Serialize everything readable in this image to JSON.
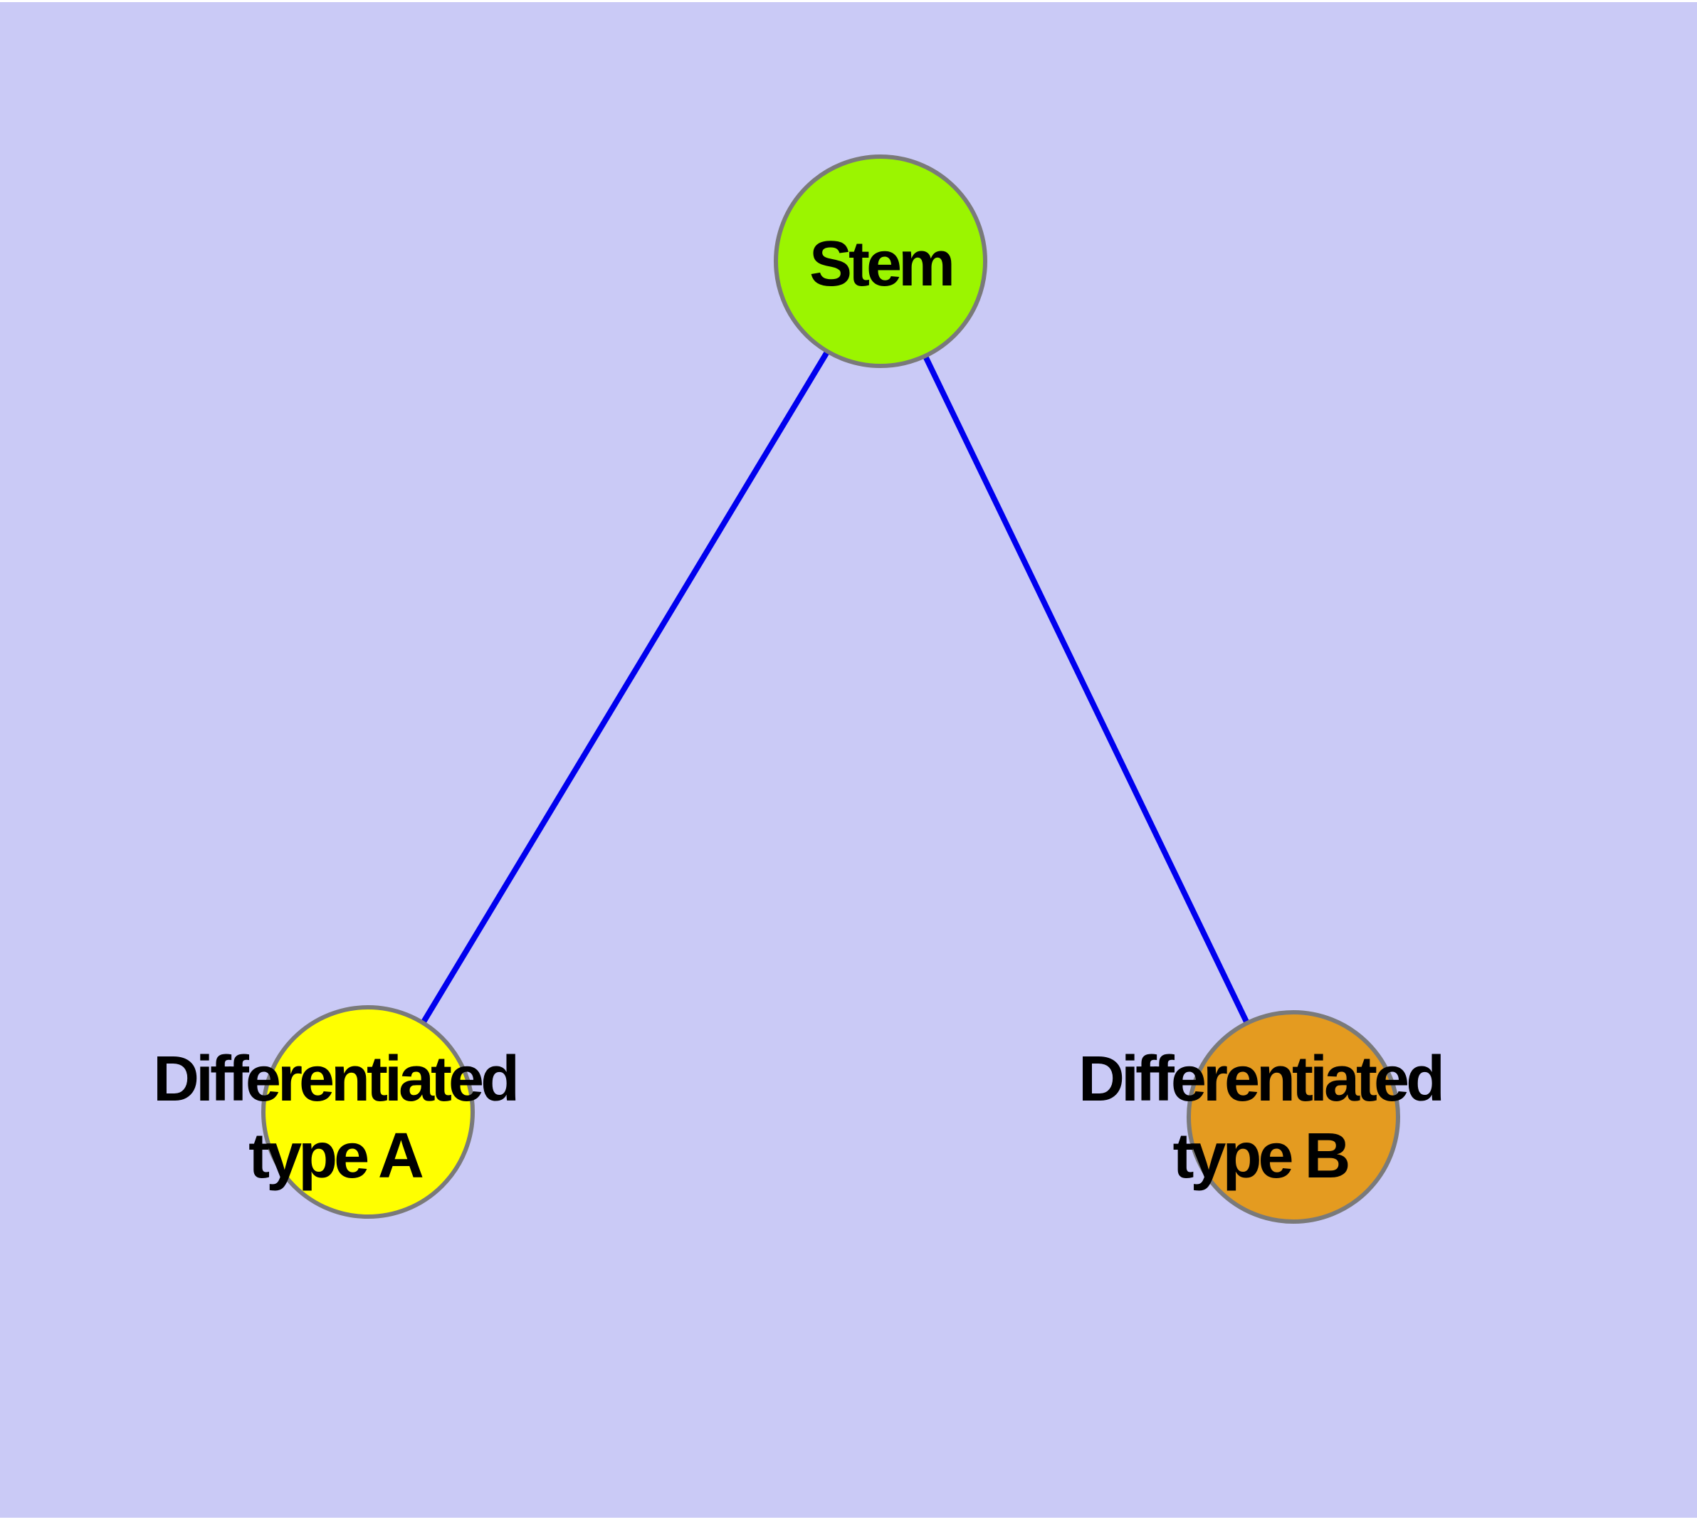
{
  "diagram": {
    "type": "node-link-graph",
    "background_color": "#cacaf6",
    "frame_color": "#ffffff",
    "node_border_color": "#7a7a7a",
    "label_color": "#000000",
    "nodes": {
      "stem": {
        "label": "Stem",
        "fill": "#9bf500",
        "shape": "circle"
      },
      "type_a": {
        "label": "Differentiated\ntype A",
        "fill": "#ffff00",
        "shape": "circle"
      },
      "type_b": {
        "label": "Differentiated\ntype B",
        "fill": "#e49b20",
        "shape": "circle"
      }
    },
    "edges": [
      {
        "from": "stem",
        "to": "type_a",
        "color": "#0000ee"
      },
      {
        "from": "stem",
        "to": "type_b",
        "color": "#0000ee"
      }
    ]
  }
}
